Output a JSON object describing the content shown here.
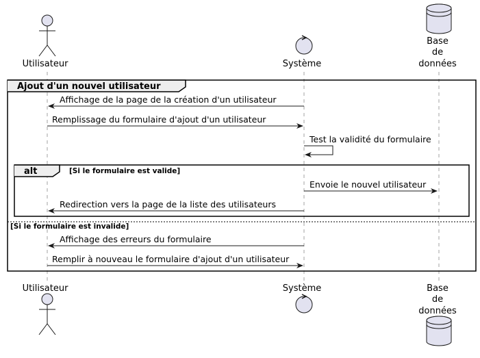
{
  "participants": {
    "user": "Utilisateur",
    "system": "Système",
    "db": [
      "Base",
      "de",
      "données"
    ]
  },
  "group": {
    "title": "Ajout d'un nouvel utilisateur"
  },
  "messages": {
    "m1": "Affichage de la page de la création d'un utilisateur",
    "m2": "Remplissage du formulaire d'ajout d'un utilisateur",
    "m3": "Test la validité du formulaire",
    "m4": "Envoie le nouvel utilisateur",
    "m5": "Redirection vers la page de la liste des utilisateurs",
    "m6": "Affichage des erreurs du formulaire",
    "m7": "Remplir à nouveau le formulaire d'ajout d'un utilisateur"
  },
  "alt": {
    "keyword": "alt",
    "guard_valid": "[Si le formulaire est valide]",
    "guard_invalid": "[Si le formulaire est invalide]"
  },
  "colors": {
    "participant_fill": "#e2e2f0",
    "line": "#181818"
  }
}
